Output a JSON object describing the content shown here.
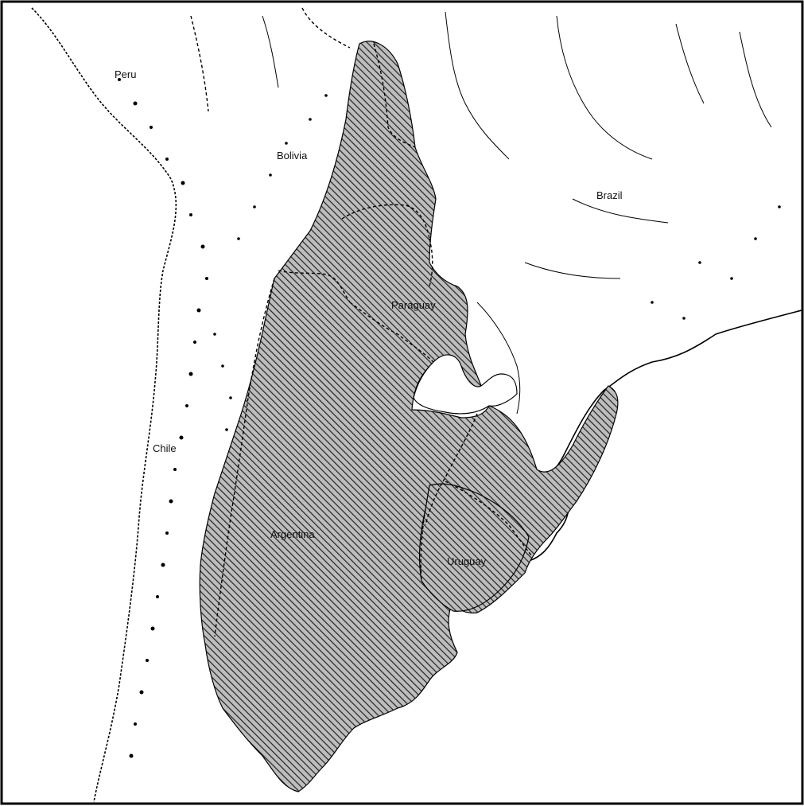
{
  "map": {
    "labels": {
      "peru": "Peru",
      "bolivia": "Bolivia",
      "brazil": "Brazil",
      "paraguay": "Paraguay",
      "chile": "Chile",
      "argentina": "Argentina",
      "uruguay": "Uruguay"
    },
    "colors": {
      "hatch_line": "#222222",
      "region_fill": "#9a9a9a",
      "border": "#000000",
      "coast": "#000000",
      "background": "#ffffff"
    },
    "legend": null
  }
}
